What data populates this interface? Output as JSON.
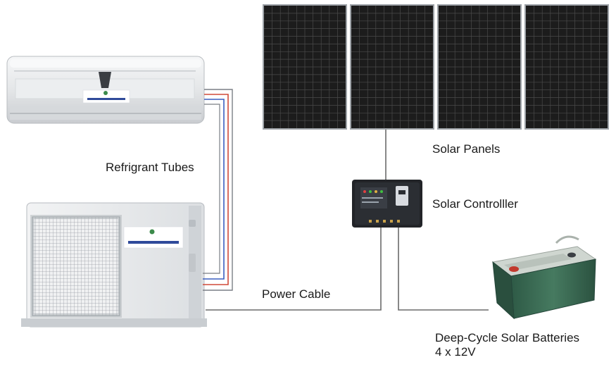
{
  "labels": {
    "refrigerant_tubes": "Refrigrant Tubes",
    "solar_panels": "Solar Panels",
    "solar_controller": "Solar Controlller",
    "power_cable": "Power Cable",
    "batteries_line1": "Deep-Cycle Solar Batteries",
    "batteries_line2": "4 x 12V"
  },
  "colors": {
    "panel": "#1c1c1c",
    "panel_grid": "#4a4a4a",
    "wire": "#6b6b6b",
    "tube_red": "#d04a3a",
    "tube_blue": "#3a5fc0",
    "ac_body": "#e8eaec",
    "battery_body": "#3d6b55",
    "battery_lid": "#cfd6d0",
    "controller": "#222428",
    "logo_blue": "#2f4a9a",
    "logo_green": "#3b8a4a"
  },
  "icons": {
    "indoor_unit": "air-conditioner-indoor-icon",
    "outdoor_unit": "air-conditioner-outdoor-icon",
    "panels": "solar-panel-icon",
    "controller": "charge-controller-icon",
    "battery": "battery-icon"
  }
}
